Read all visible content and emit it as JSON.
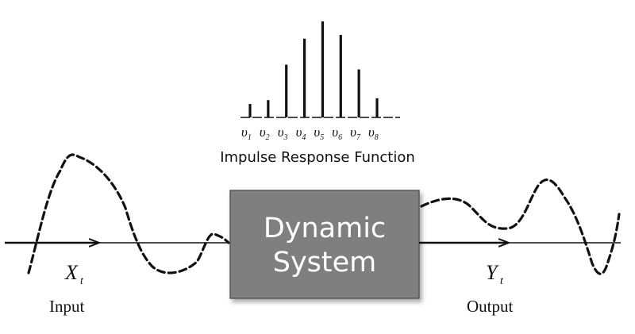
{
  "irf": {
    "title": "Impulse Response Function",
    "symbol": "υ",
    "coefficients": [
      {
        "sub": "1",
        "value": 0.14
      },
      {
        "sub": "2",
        "value": 0.18
      },
      {
        "sub": "3",
        "value": 0.55
      },
      {
        "sub": "4",
        "value": 0.82
      },
      {
        "sub": "5",
        "value": 1.0
      },
      {
        "sub": "6",
        "value": 0.86
      },
      {
        "sub": "7",
        "value": 0.5
      },
      {
        "sub": "8",
        "value": 0.2
      }
    ]
  },
  "system": {
    "line1": "Dynamic",
    "line2": "System"
  },
  "input": {
    "variable": "X",
    "subscript": "t",
    "label": "Input"
  },
  "output": {
    "variable": "Y",
    "subscript": "t",
    "label": "Output"
  },
  "colors": {
    "box_fill": "#7f7f7f",
    "box_border": "#595959",
    "line": "#111111"
  }
}
